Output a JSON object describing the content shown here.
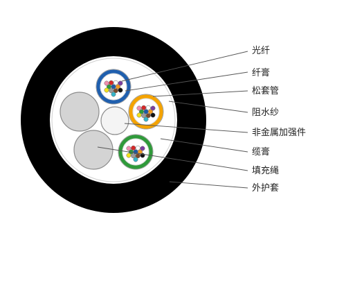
{
  "labels": [
    {
      "id": "fiber",
      "text": "光纤"
    },
    {
      "id": "fiber_gel",
      "text": "纤膏"
    },
    {
      "id": "loose_tube",
      "text": "松套管"
    },
    {
      "id": "water_blocking_yarn",
      "text": "阻水纱"
    },
    {
      "id": "non_metallic_strength_member",
      "text": "非金属加强件"
    },
    {
      "id": "cable_gel",
      "text": "缆膏"
    },
    {
      "id": "filler_rope",
      "text": "填充绳"
    },
    {
      "id": "outer_jacket",
      "text": "外护套"
    }
  ],
  "colors": {
    "jacket": "#000000",
    "inner_fill": "#ffffff",
    "filler": "#d4d4d4",
    "strength_member": "#f4f4f4",
    "tube_blue": "#1f5fae",
    "tube_orange": "#f4a300",
    "tube_green": "#2f9a3a",
    "leader_line": "#555555"
  },
  "fiber_colors": [
    "#1c5aa6",
    "#f29a1f",
    "#2e9a3c",
    "#7a4b2a",
    "#9a9a9a",
    "#ffffff",
    "#d62828",
    "#111111",
    "#f2e21c",
    "#7b3fa0",
    "#f08fb0",
    "#36b5c9"
  ]
}
